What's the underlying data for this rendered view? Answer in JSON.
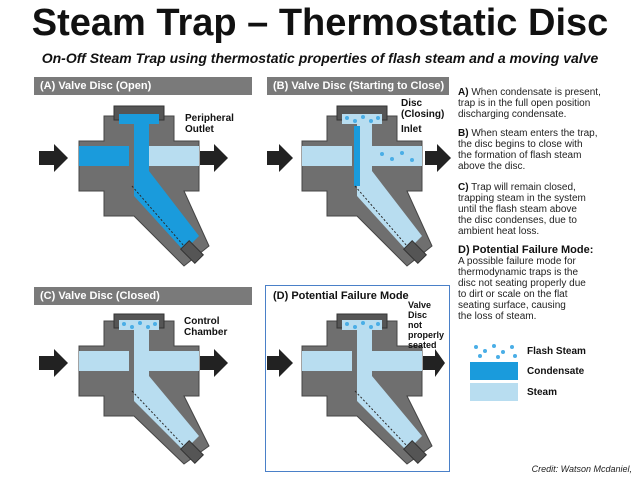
{
  "title": "Steam Trap – Thermostatic Disc",
  "subtitle": "On-Off Steam Trap using thermostatic properties of flash steam and a moving valve",
  "panels": {
    "a": {
      "header": "(A) Valve Disc (Open)",
      "callouts": [
        "Peripheral",
        "Outlet"
      ]
    },
    "b": {
      "header": "(B) Valve Disc (Starting to Close)",
      "callouts": [
        "Disc",
        "(Closing)",
        "Inlet"
      ]
    },
    "c": {
      "header": "(C) Valve Disc (Closed)",
      "callouts": [
        "Control",
        "Chamber"
      ]
    },
    "d": {
      "header": "(D) Potential Failure Mode",
      "callouts": [
        "Valve",
        "Disc",
        "not",
        "properly",
        "seated"
      ]
    }
  },
  "descriptions": [
    {
      "letter": "A)",
      "lines": [
        "When condensate is present,",
        "trap is in the full open position",
        "discharging condensate."
      ]
    },
    {
      "letter": "B)",
      "lines": [
        "When steam enters the trap,",
        "the disc begins to close with",
        "the formation of flash steam",
        "above the disc."
      ]
    },
    {
      "letter": "C)",
      "lines": [
        "Trap will remain closed,",
        "trapping steam in the system",
        "until the flash steam above",
        "the disc condenses, due to",
        "ambient heat loss."
      ]
    },
    {
      "letter": "D)",
      "heading": "Potential Failure Mode:",
      "lines": [
        "A possible failure mode for",
        "thermodynamic traps is the",
        "disc not seating properly due",
        "to dirt or scale on the flat",
        "seating surface, causing",
        "the loss of steam."
      ]
    }
  ],
  "legend": [
    {
      "label": "Flash Steam",
      "icon": "flash-steam-swatch"
    },
    {
      "label": "Condensate",
      "icon": "condensate-swatch"
    },
    {
      "label": "Steam",
      "icon": "steam-swatch"
    }
  ],
  "colors": {
    "body": "#6f6f6f",
    "body_dark": "#555555",
    "condensate": "#1a9bdc",
    "steam": "#b8ddf0",
    "flash_steam": "#4aaee6",
    "arrow": "#222222",
    "header": "#7a7a7a",
    "panel_d_border": "#4a80c8"
  },
  "credit": "Credit: Watson Mcdaniel,"
}
